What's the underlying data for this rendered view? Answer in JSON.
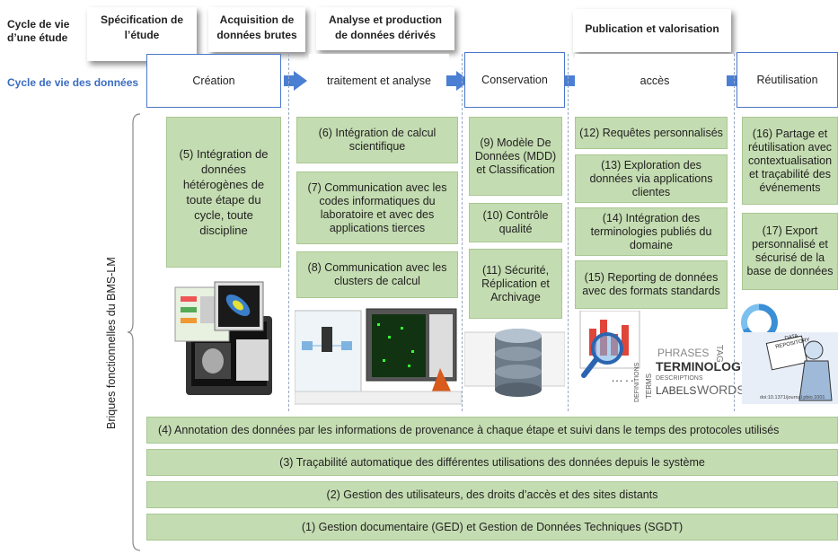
{
  "left_labels": {
    "study_cycle": "Cycle de vie\nd’une étude",
    "data_cycle": "Cycle de vie des données"
  },
  "study_cards": [
    "Spécification de\nl’étude",
    "Acquisition de\ndonnées brutes",
    "Analyse et production\nde données dérivés",
    "Publication et valorisation"
  ],
  "phases": [
    "Création",
    "traitement et analyse",
    "Conservation",
    "accès",
    "Réutilisation"
  ],
  "vertical_label": "Briques fonctionnelles du BMS-LM",
  "columns": {
    "creation": [
      "(5) Intégration de données hétérogènes de toute étape du cycle, toute discipline"
    ],
    "treatment": [
      "(6) Intégration de calcul scientifique",
      "(7) Communication avec les codes informatiques du laboratoire et avec des applications tierces",
      "(8) Communication avec les clusters de calcul"
    ],
    "conservation": [
      "(9) Modèle De Données (MDD) et Classification",
      "(10) Contrôle qualité",
      "(11) Sécurité, Réplication et Archivage"
    ],
    "access": [
      "(12) Requêtes personnalisés",
      "(13) Exploration des données via applications clientes",
      "(14) Intégration des terminologies publiés du domaine",
      "(15) Reporting de données avec des formats standards"
    ],
    "reuse": [
      "(16) Partage et réutilisation avec contextualisation et traçabilité des événements",
      "(17) Export personnalisé et sécurisé de la base de données"
    ]
  },
  "bands": [
    "(4) Annotation des données par les informations de provenance à chaque étape et suivi  dans le temps des protocoles utilisés",
    "(3) Traçabilité automatique des différentes utilisations des données depuis le système",
    "(2) Gestion des utilisateurs, des droits d’accès et des sites distants",
    "(1) Gestion documentaire (GED) et Gestion de Données Techniques (SGDT)"
  ],
  "image_texts": {
    "terminology": "TERMINOLOGY",
    "phrases": "PHRASES",
    "words": "WORDS",
    "descriptions": "DESCRIPTIONS",
    "labels": "LABELS",
    "definitions": "DEFINITIONS",
    "terms": "TERMS",
    "tag": "TAG",
    "data_repository": "DATA REPOSITORY",
    "doi": "doi:10.1371/journal.pbio.1001"
  },
  "colors": {
    "phase_border": "#4a78c8",
    "arrow": "#4a7fd4",
    "green_box": "#c4dcb1",
    "data_cycle_label": "#3b6cc2"
  }
}
